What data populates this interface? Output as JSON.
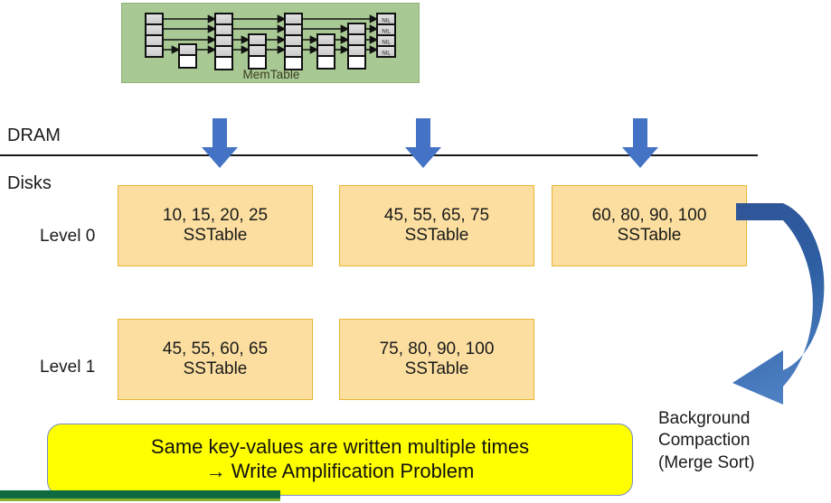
{
  "memtable": {
    "label": "MemTable",
    "panel_color": "#a9c994",
    "nil_label": "NIL",
    "node_count_columns": 7
  },
  "tiers": {
    "dram_label": "DRAM",
    "disks_label": "Disks",
    "level0_label": "Level 0",
    "level1_label": "Level 1"
  },
  "sstables": {
    "fill_color": "#fcdfa0",
    "border_color": "#eab533",
    "tag": "SSTable",
    "level0": [
      {
        "keys": "10, 15, 20, 25",
        "tag": "SSTable"
      },
      {
        "keys": "45, 55, 65, 75",
        "tag": "SSTable"
      },
      {
        "keys": "60, 80, 90, 100",
        "tag": "SSTable"
      }
    ],
    "level1": [
      {
        "keys": "45, 55, 60, 65",
        "tag": "SSTable"
      },
      {
        "keys": "75, 80, 90, 100",
        "tag": "SSTable"
      }
    ]
  },
  "arrows": {
    "flush_color": "#4472c4",
    "flush_count": 3,
    "compaction_color": "#2e5fa3"
  },
  "compaction_caption": {
    "line1": "Background",
    "line2": "Compaction",
    "line3": "(Merge Sort)"
  },
  "callout": {
    "line1": "Same key-values are written multiple times",
    "line2": "→ Write Amplification Problem",
    "fill_color": "#ffff00",
    "border_color": "#7a89c9"
  },
  "footer": {
    "band_color": "#0d6b3f",
    "rule_color": "#8db32e"
  }
}
